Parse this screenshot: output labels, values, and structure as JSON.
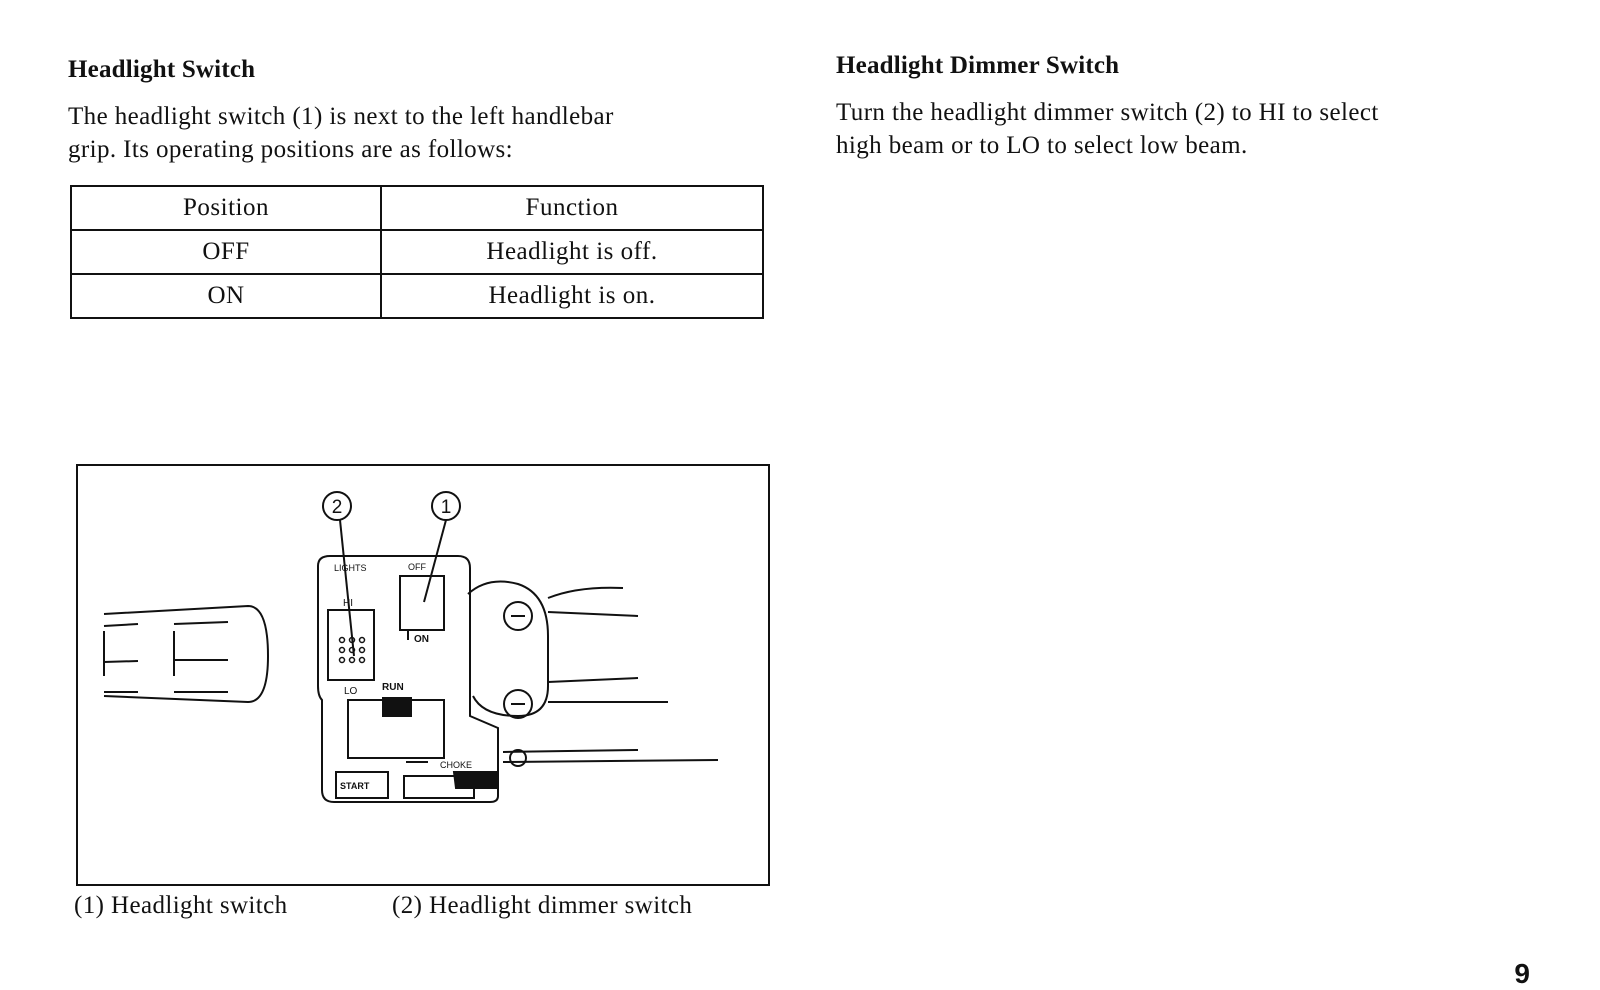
{
  "left_column": {
    "heading": "Headlight Switch",
    "paragraph_line1": "The headlight switch (1) is next to the left handlebar",
    "paragraph_line2": "grip. Its operating positions are as follows:",
    "table": {
      "headers": [
        "Position",
        "Function"
      ],
      "rows": [
        [
          "OFF",
          "Headlight is off."
        ],
        [
          "ON",
          "Headlight is on."
        ]
      ]
    }
  },
  "right_column": {
    "heading": "Headlight Dimmer Switch",
    "paragraph_line1": "Turn the headlight dimmer switch (2) to HI to select",
    "paragraph_line2": "high beam or to LO to select low beam."
  },
  "figure": {
    "callouts": [
      "2",
      "1"
    ],
    "switch_labels": {
      "lights": "LIGHTS",
      "off": "OFF",
      "on": "ON",
      "hi": "HI",
      "lo": "LO",
      "run": "RUN",
      "start": "START",
      "choke": "CHOKE"
    },
    "caption_1": "(1) Headlight switch",
    "caption_2": "(2) Headlight dimmer switch"
  },
  "page_number": "9"
}
